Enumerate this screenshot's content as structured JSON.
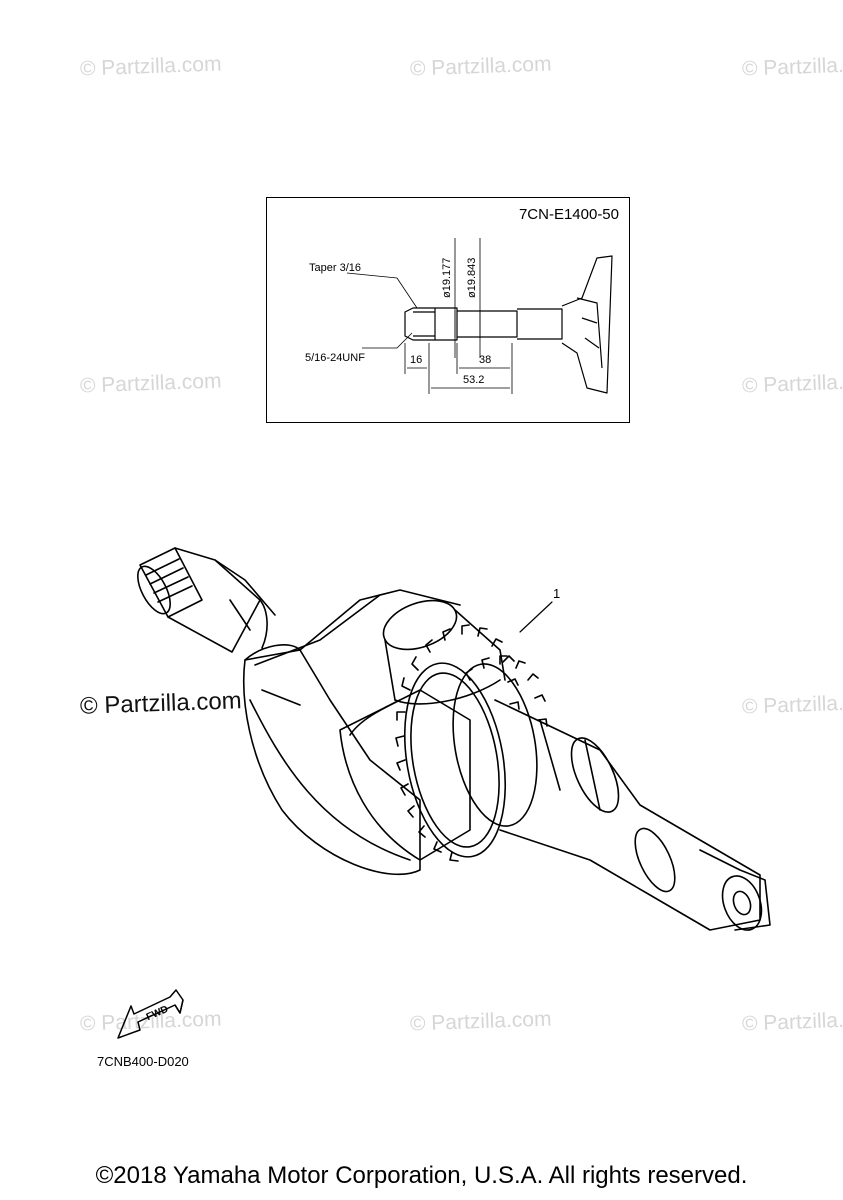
{
  "watermark": "© Partzilla.com",
  "detail": {
    "part_code": "7CN-E1400-50",
    "taper_label": "Taper 3/16",
    "thread_label": "5/16-24UNF",
    "dia1_label": "ø19.177",
    "dia2_label": "ø19.843",
    "dim_16": "16",
    "dim_38": "38",
    "dim_53": "53.2"
  },
  "main": {
    "callout_number": "1",
    "fwd_label": "FWD",
    "diagram_code": "7CNB400-D020"
  },
  "footer": {
    "copyright": "©2018 Yamaha Motor Corporation, U.S.A. All rights reserved."
  }
}
